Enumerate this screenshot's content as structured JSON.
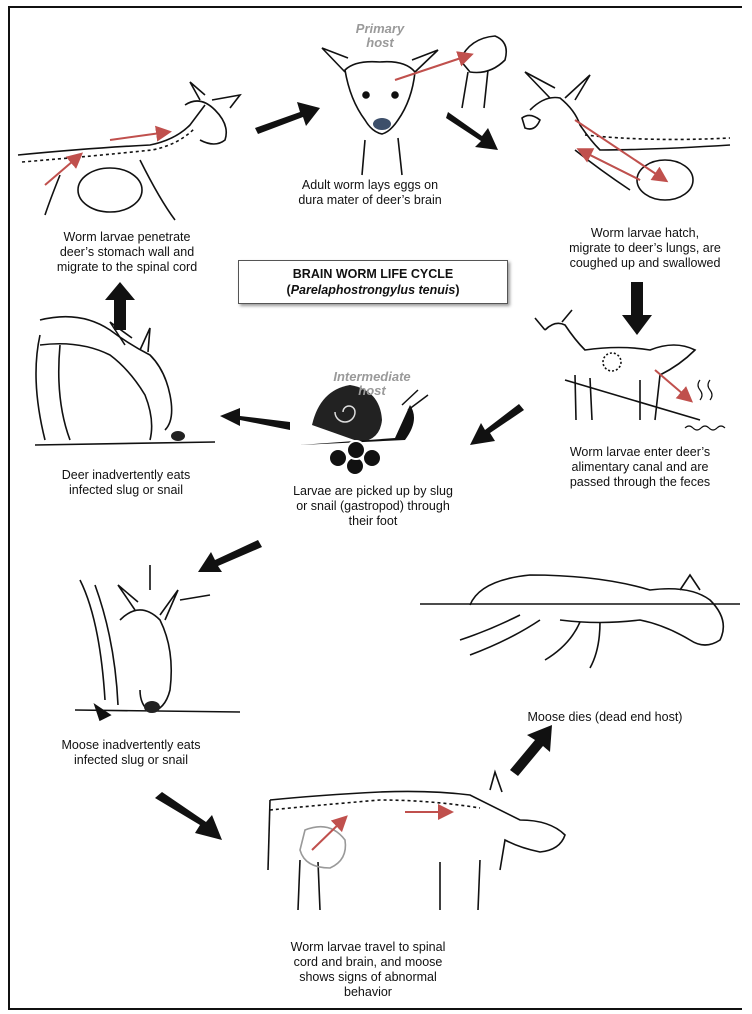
{
  "title": {
    "line1": "BRAIN WORM LIFE CYCLE",
    "paren_open": "(",
    "scientific_name": "Parelaphostrongylus tenuis",
    "paren_close": ")"
  },
  "hosts": {
    "primary": [
      "Primary",
      "host"
    ],
    "intermediate": [
      "Intermediate",
      "host"
    ]
  },
  "steps": [
    {
      "id": "adult-worm",
      "lines": [
        "Adult worm lays eggs on",
        "dura mater of deer’s brain"
      ]
    },
    {
      "id": "larvae-hatch",
      "lines": [
        "Worm larvae hatch,",
        "migrate to deer’s lungs, are",
        "coughed up and swallowed"
      ]
    },
    {
      "id": "larvae-feces",
      "lines": [
        "Worm larvae enter deer’s",
        "alimentary canal and are",
        "passed through the feces"
      ]
    },
    {
      "id": "gastropod",
      "lines": [
        "Larvae are picked up by slug",
        "or snail (gastropod) through",
        "their foot"
      ]
    },
    {
      "id": "deer-eats",
      "lines": [
        "Deer inadvertently eats",
        "infected slug or snail"
      ]
    },
    {
      "id": "larvae-penetrate",
      "lines": [
        "Worm larvae penetrate",
        "deer’s stomach wall and",
        "migrate to the spinal cord"
      ]
    },
    {
      "id": "moose-eats",
      "lines": [
        "Moose inadvertently eats",
        "infected slug or snail"
      ]
    },
    {
      "id": "moose-travel",
      "lines": [
        "Worm larvae travel to spinal",
        "cord and brain, and moose",
        "shows signs of abnormal",
        "behavior"
      ]
    },
    {
      "id": "moose-dies",
      "lines": [
        "Moose dies (dead end host)"
      ]
    }
  ],
  "colors": {
    "arrow": "#111111",
    "larva_path": "#c0504d",
    "line": "#111111"
  }
}
